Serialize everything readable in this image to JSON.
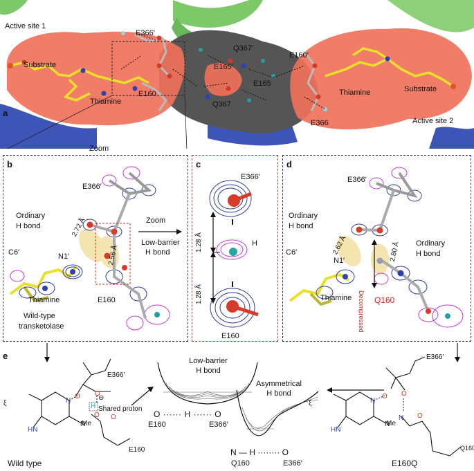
{
  "panels": {
    "a": {
      "letter": "a",
      "active_site_1": "Active site 1",
      "active_site_2": "Active site 2",
      "substrate_left": "Substrate",
      "substrate_right": "Substrate",
      "thiamine_left": "Thiamine",
      "thiamine_right": "Thiamine",
      "res_e366p_left": "E366′",
      "res_e160_left": "E160",
      "res_q367p": "Q367′",
      "res_e165p": "E165′",
      "res_e165": "E165",
      "res_q367": "Q367",
      "res_e160p_right": "E160′",
      "res_e366_right": "E366",
      "zoom": "Zoom"
    },
    "b": {
      "letter": "b",
      "e366p": "E366′",
      "ordinary": "Ordinary",
      "h_bond": "H bond",
      "dist_272": "2.72 Å",
      "dist_256": "2.56 Å",
      "c6p": "C6′",
      "n1p": "N1′",
      "thiamine": "Thiamine",
      "e160": "E160",
      "zoom": "Zoom",
      "low_barrier": "Low-barrier",
      "h_bond2": "H bond",
      "wild_type": "Wild-type",
      "transketolase": "transketolase"
    },
    "c": {
      "letter": "c",
      "e366p": "E366′",
      "h": "H",
      "dist_top": "1.28 Å",
      "dist_bottom": "1.28 Å",
      "e160": "E160"
    },
    "d": {
      "letter": "d",
      "e366p": "E366′",
      "ordinary_left": "Ordinary",
      "h_bond_left": "H bond",
      "dist_262": "2.62 Å",
      "dist_280": "2.80 Å",
      "decompressed": "Decompressed",
      "c6p": "C6′",
      "n1p": "N1′",
      "thiamine": "Thiamine",
      "q160": "Q160",
      "ordinary_right": "Ordinary",
      "h_bond_right": "H bond"
    },
    "e": {
      "letter": "e",
      "e366p_left": "E366′",
      "shared_proton": "Shared proton",
      "h_atom": "H",
      "minus": "⊖",
      "me_left": "Me",
      "e160_chain": "E160",
      "wild_type": "Wild type",
      "lbhb_title1": "Low-barrier",
      "lbhb_title2": "H bond",
      "lbhb_formula": "O ······ H ······ O",
      "lbhb_e160": "E160",
      "lbhb_e366p": "E366′",
      "asym_title1": "Asymmetrical",
      "asym_title2": "H bond",
      "asym_formula": "N — H ········ O",
      "asym_q160": "Q160",
      "asym_e366p": "E366′",
      "e366p_right": "E366′",
      "me_right": "Me",
      "q160_chain": "Q160",
      "e160q": "E160Q"
    }
  },
  "colors": {
    "surface": "#f0715a",
    "surface_dark": "#5a5a5a",
    "helix_green": "#7dc96a",
    "helix_blue": "#3e55b8",
    "stick_yellow": "#e8e02a",
    "mesh_blue": "#2f3a9a",
    "mesh_magenta": "#c43ad0",
    "halo": "#f4e4b0",
    "red_label": "#d0201a"
  }
}
